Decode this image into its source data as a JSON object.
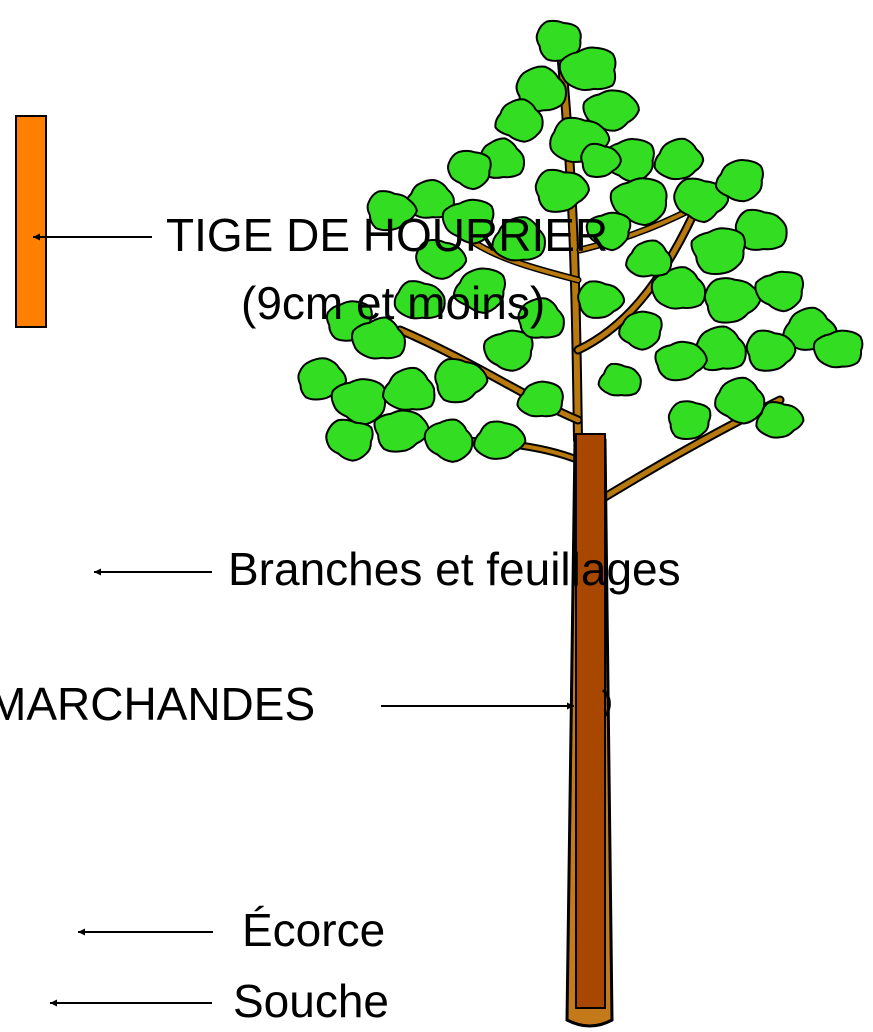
{
  "labels": {
    "tige_line1": "TIGE DE HOURRIER",
    "tige_line2": "(9cm et moins)",
    "branches": "Branches et feuillages",
    "marchandes": "MARCHANDES",
    "ecorce": "Écorce",
    "souche": "Souche"
  },
  "colors": {
    "leaf": "#33DD22",
    "leaf_outline": "#000000",
    "branch": "#B8790F",
    "trunk": "#A84700",
    "sapling": "#FF8000",
    "stump": "#C47A1A"
  }
}
